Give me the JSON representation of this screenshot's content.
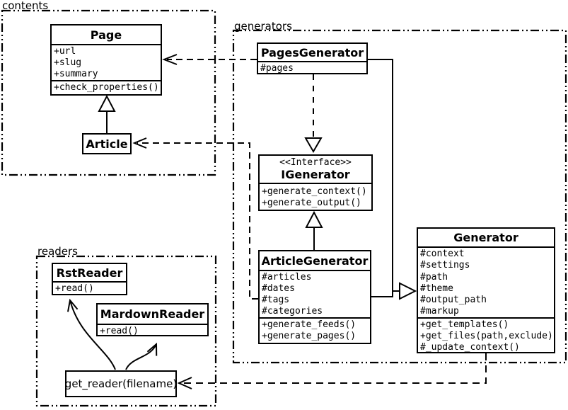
{
  "diagram": {
    "packages": {
      "contents": {
        "label": "contents"
      },
      "generators": {
        "label": "generators"
      },
      "readers": {
        "label": "readers"
      }
    },
    "classes": {
      "page": {
        "title": "Page",
        "attributes": [
          "+url",
          "+slug",
          "+summary"
        ],
        "methods": [
          "+check_properties()"
        ]
      },
      "article": {
        "title": "Article"
      },
      "pages_generator": {
        "title": "PagesGenerator",
        "attributes": [
          "#pages"
        ]
      },
      "igenerator": {
        "stereotype": "<<Interface>>",
        "title": "IGenerator",
        "methods": [
          "+generate_context()",
          "+generate_output()"
        ]
      },
      "article_generator": {
        "title": "ArticleGenerator",
        "attributes": [
          "#articles",
          "#dates",
          "#tags",
          "#categories"
        ],
        "methods": [
          "+generate_feeds()",
          "+generate_pages()"
        ]
      },
      "generator": {
        "title": "Generator",
        "attributes": [
          "#context",
          "#settings",
          "#path",
          "#theme",
          "#output_path",
          "#markup"
        ],
        "methods": [
          "+get_templates()",
          "+get_files(path,exclude)",
          "#_update_context()"
        ]
      },
      "rst_reader": {
        "title": "RstReader",
        "methods": [
          "+read()"
        ]
      },
      "mardown_reader": {
        "title": "MardownReader",
        "methods": [
          "+read()"
        ]
      },
      "get_reader": {
        "label": "get_reader(filename)"
      }
    },
    "colors": {
      "line": "#000000",
      "background": "#ffffff",
      "box_fill": "#ffffff"
    }
  }
}
